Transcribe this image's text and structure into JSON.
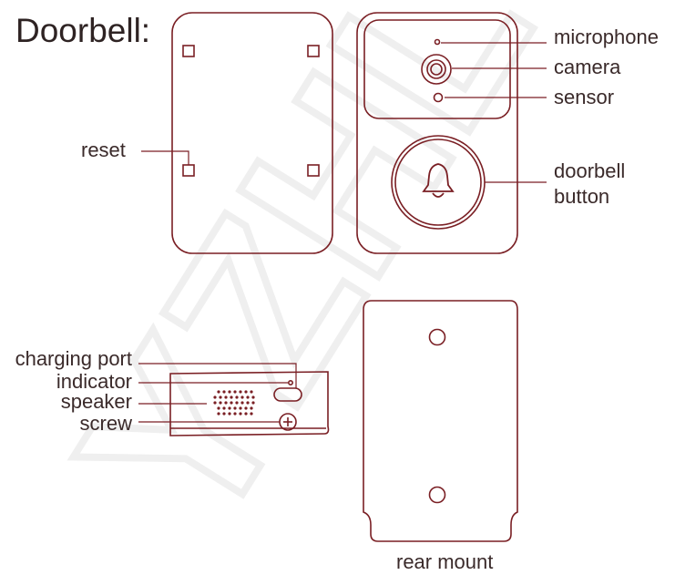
{
  "title": "Doorbell:",
  "colors": {
    "outline": "#7a1f24",
    "text": "#3a2a2a",
    "watermark": "#e6e6e6"
  },
  "watermark_text": "YZHL T",
  "labels": {
    "reset": "reset",
    "microphone": "microphone",
    "camera": "camera",
    "sensor": "sensor",
    "doorbell_button_line1": "doorbell",
    "doorbell_button_line2": "button",
    "charging_port": "charging port",
    "indicator": "indicator",
    "speaker": "speaker",
    "screw": "screw",
    "rear_mount": "rear mount"
  },
  "icons": [
    "bell-icon",
    "camera-lens-icon",
    "screw-head-icon"
  ]
}
